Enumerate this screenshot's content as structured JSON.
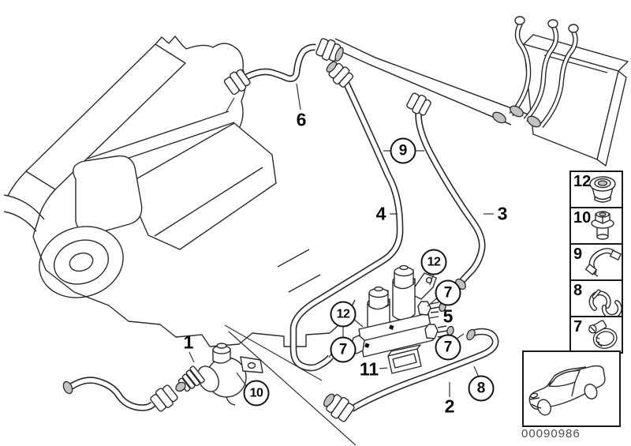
{
  "meta": {
    "doc_number": "00090986"
  },
  "palette": {
    "line": "#2b2b2b",
    "background": "#ffffff",
    "shade": "#c2c2c2",
    "doc_number_text": "#4a4a4a"
  },
  "callouts": [
    {
      "label": "1",
      "circled": false
    },
    {
      "label": "2",
      "circled": false
    },
    {
      "label": "3",
      "circled": false
    },
    {
      "label": "4",
      "circled": false
    },
    {
      "label": "5",
      "circled": false
    },
    {
      "label": "6",
      "circled": false
    },
    {
      "label": "7",
      "circled": true
    },
    {
      "label": "7",
      "circled": true
    },
    {
      "label": "7",
      "circled": true
    },
    {
      "label": "8",
      "circled": true
    },
    {
      "label": "9",
      "circled": true
    },
    {
      "label": "10",
      "circled": true
    },
    {
      "label": "11",
      "circled": false
    },
    {
      "label": "12",
      "circled": true
    },
    {
      "label": "12",
      "circled": true
    }
  ],
  "legend": {
    "items": [
      {
        "label": "12",
        "icon": "grommet-icon"
      },
      {
        "label": "10",
        "icon": "hex-nut-icon"
      },
      {
        "label": "9",
        "icon": "holder-clip-icon"
      },
      {
        "label": "8",
        "icon": "spring-clamp-icon"
      },
      {
        "label": "7",
        "icon": "worm-drive-clamp-icon"
      }
    ]
  }
}
